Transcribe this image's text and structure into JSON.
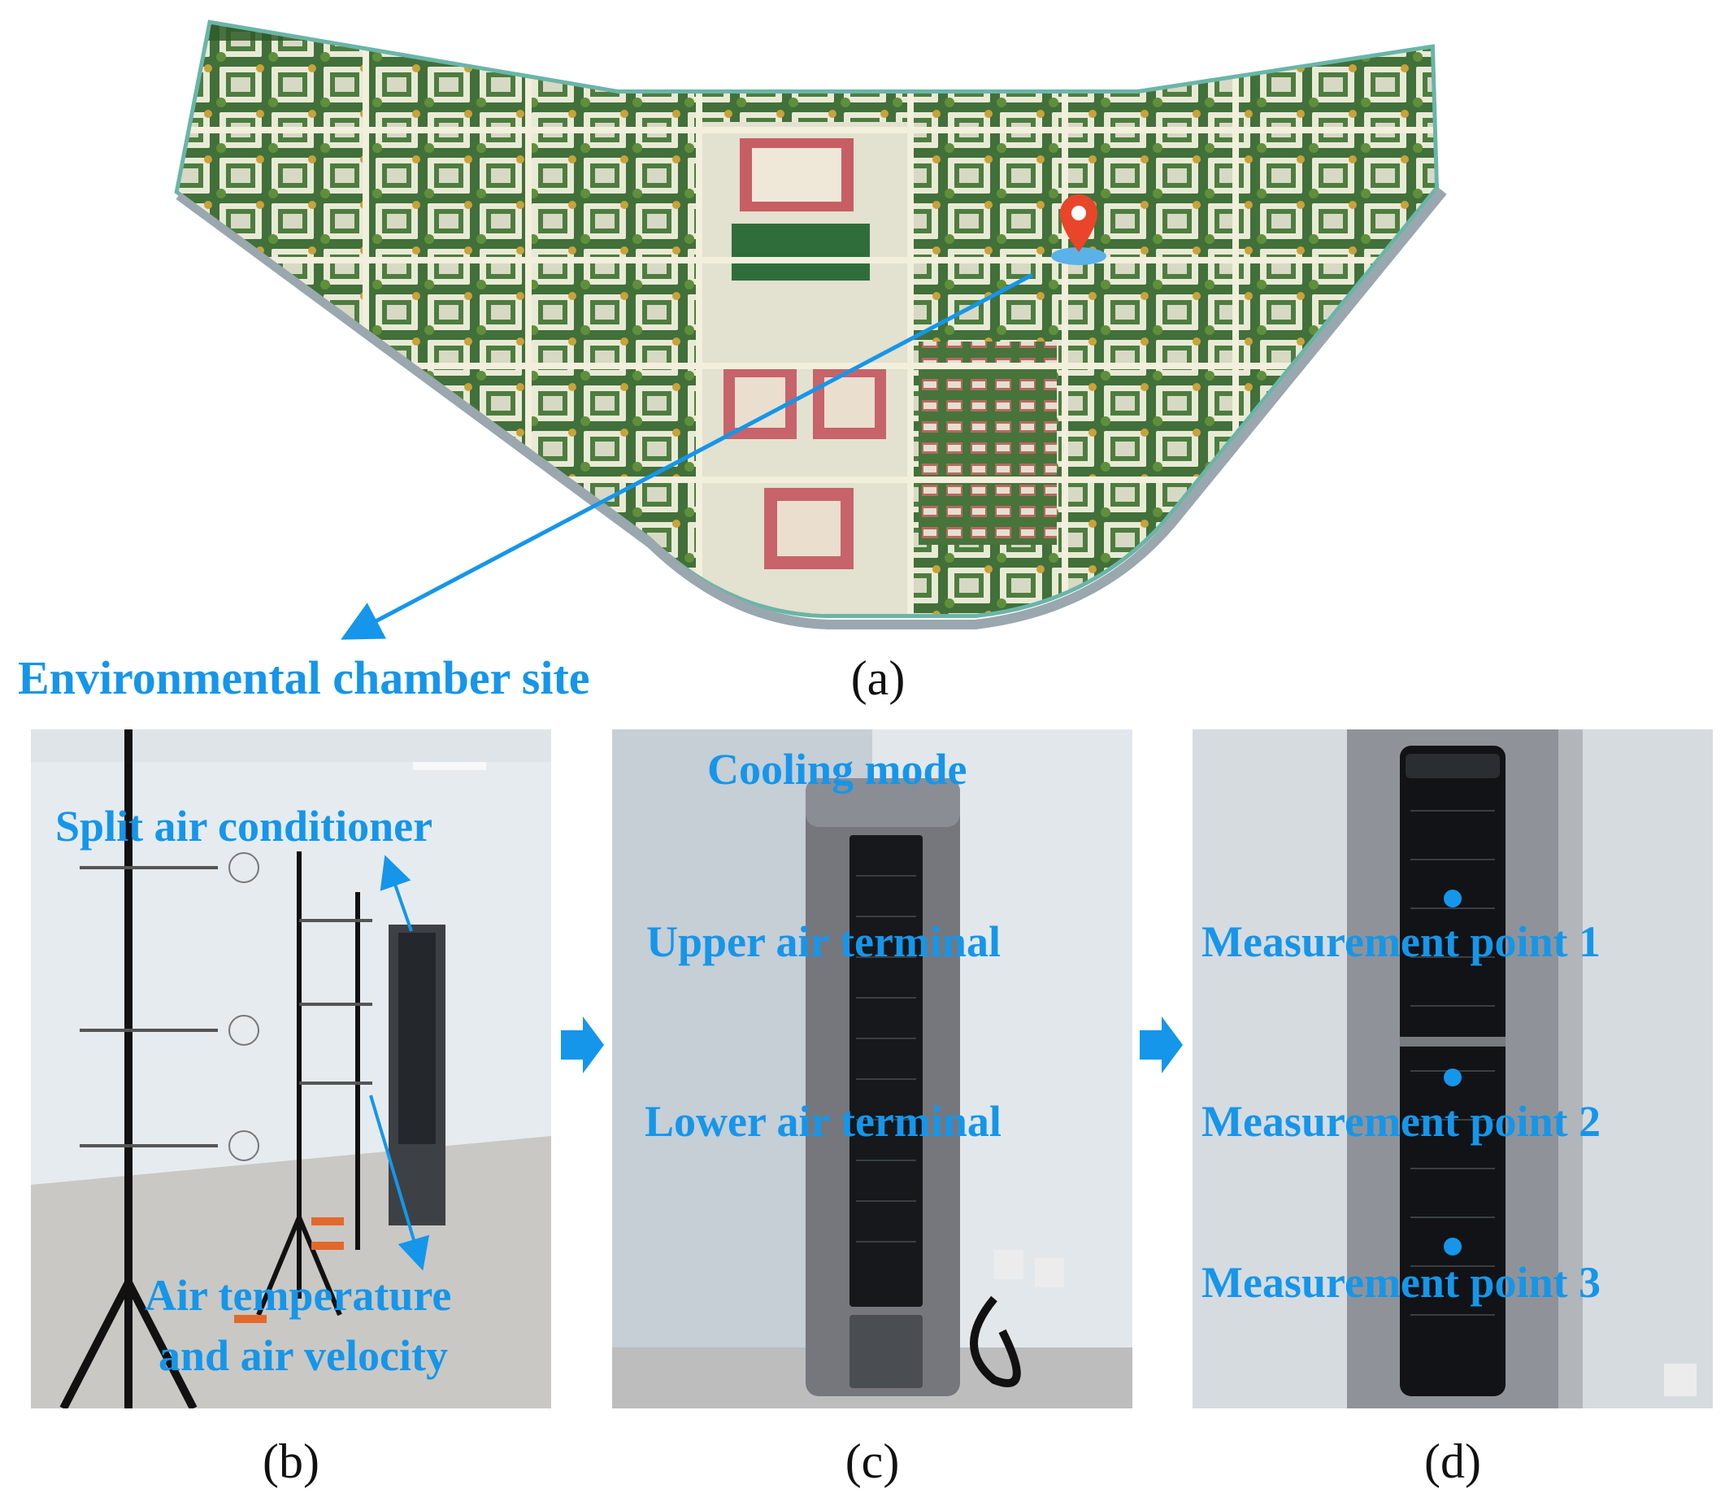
{
  "panels": {
    "a": {
      "letter": "(a)",
      "site_label": "Environmental chamber site"
    },
    "b": {
      "letter": "(b)",
      "label_ac": "Split air conditioner",
      "label_sensor_line1": "Air temperature",
      "label_sensor_line2": "and air velocity"
    },
    "c": {
      "letter": "(c)",
      "label_mode": "Cooling mode",
      "label_upper": "Upper air terminal",
      "label_lower": "Lower air terminal"
    },
    "d": {
      "letter": "(d)",
      "point1": "Measurement point 1",
      "point2": "Measurement point 2",
      "point3": "Measurement point 3"
    }
  },
  "colors": {
    "accent_blue": "#1596ea",
    "map_border": "#7fcbbf",
    "map_green": "#3f6b32",
    "marker_red": "#e8452a"
  }
}
